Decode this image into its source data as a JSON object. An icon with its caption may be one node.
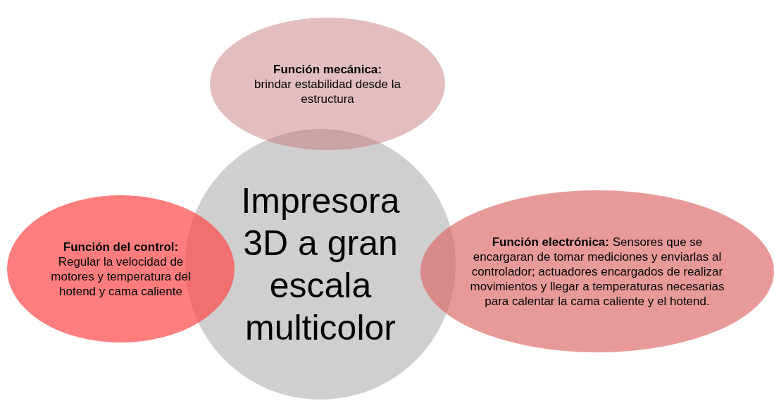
{
  "diagram": {
    "nodes": [
      {
        "text": [
          "Función mecánica:",
          "brindar estabilidad desde la estructura"
        ]
      },
      {
        "text": [
          "Impresora 3D a gran escala multicolor"
        ]
      },
      {
        "text": [
          "Función del control:",
          "Regular la velocidad de motores y temperatura del hotend y cama caliente"
        ]
      },
      {
        "text": [
          "**Función electrónica:** Sensores que se encargaran de tomar mediciones y enviarlas al controlador; actuadores encargados de realizar movimientos y llegar a temperaturas necesarias para calentar la cama caliente y el hotend."
        ]
      }
    ]
  }
}
